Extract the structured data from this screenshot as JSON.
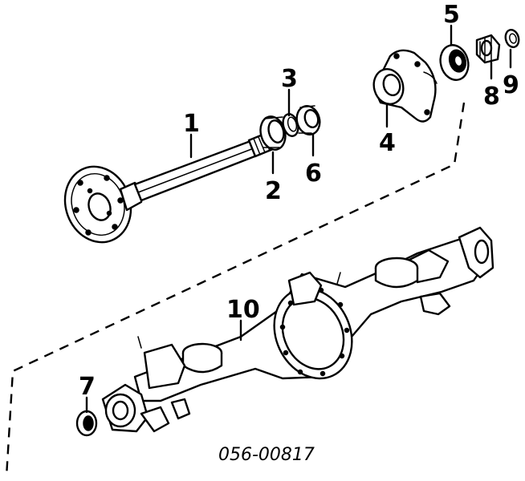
{
  "diagram": {
    "part_number": "056-00817",
    "callouts": {
      "c1": "1",
      "c2": "2",
      "c3": "3",
      "c4": "4",
      "c5": "5",
      "c6": "6",
      "c7": "7",
      "c8": "8",
      "c9": "9",
      "c10": "10"
    }
  }
}
